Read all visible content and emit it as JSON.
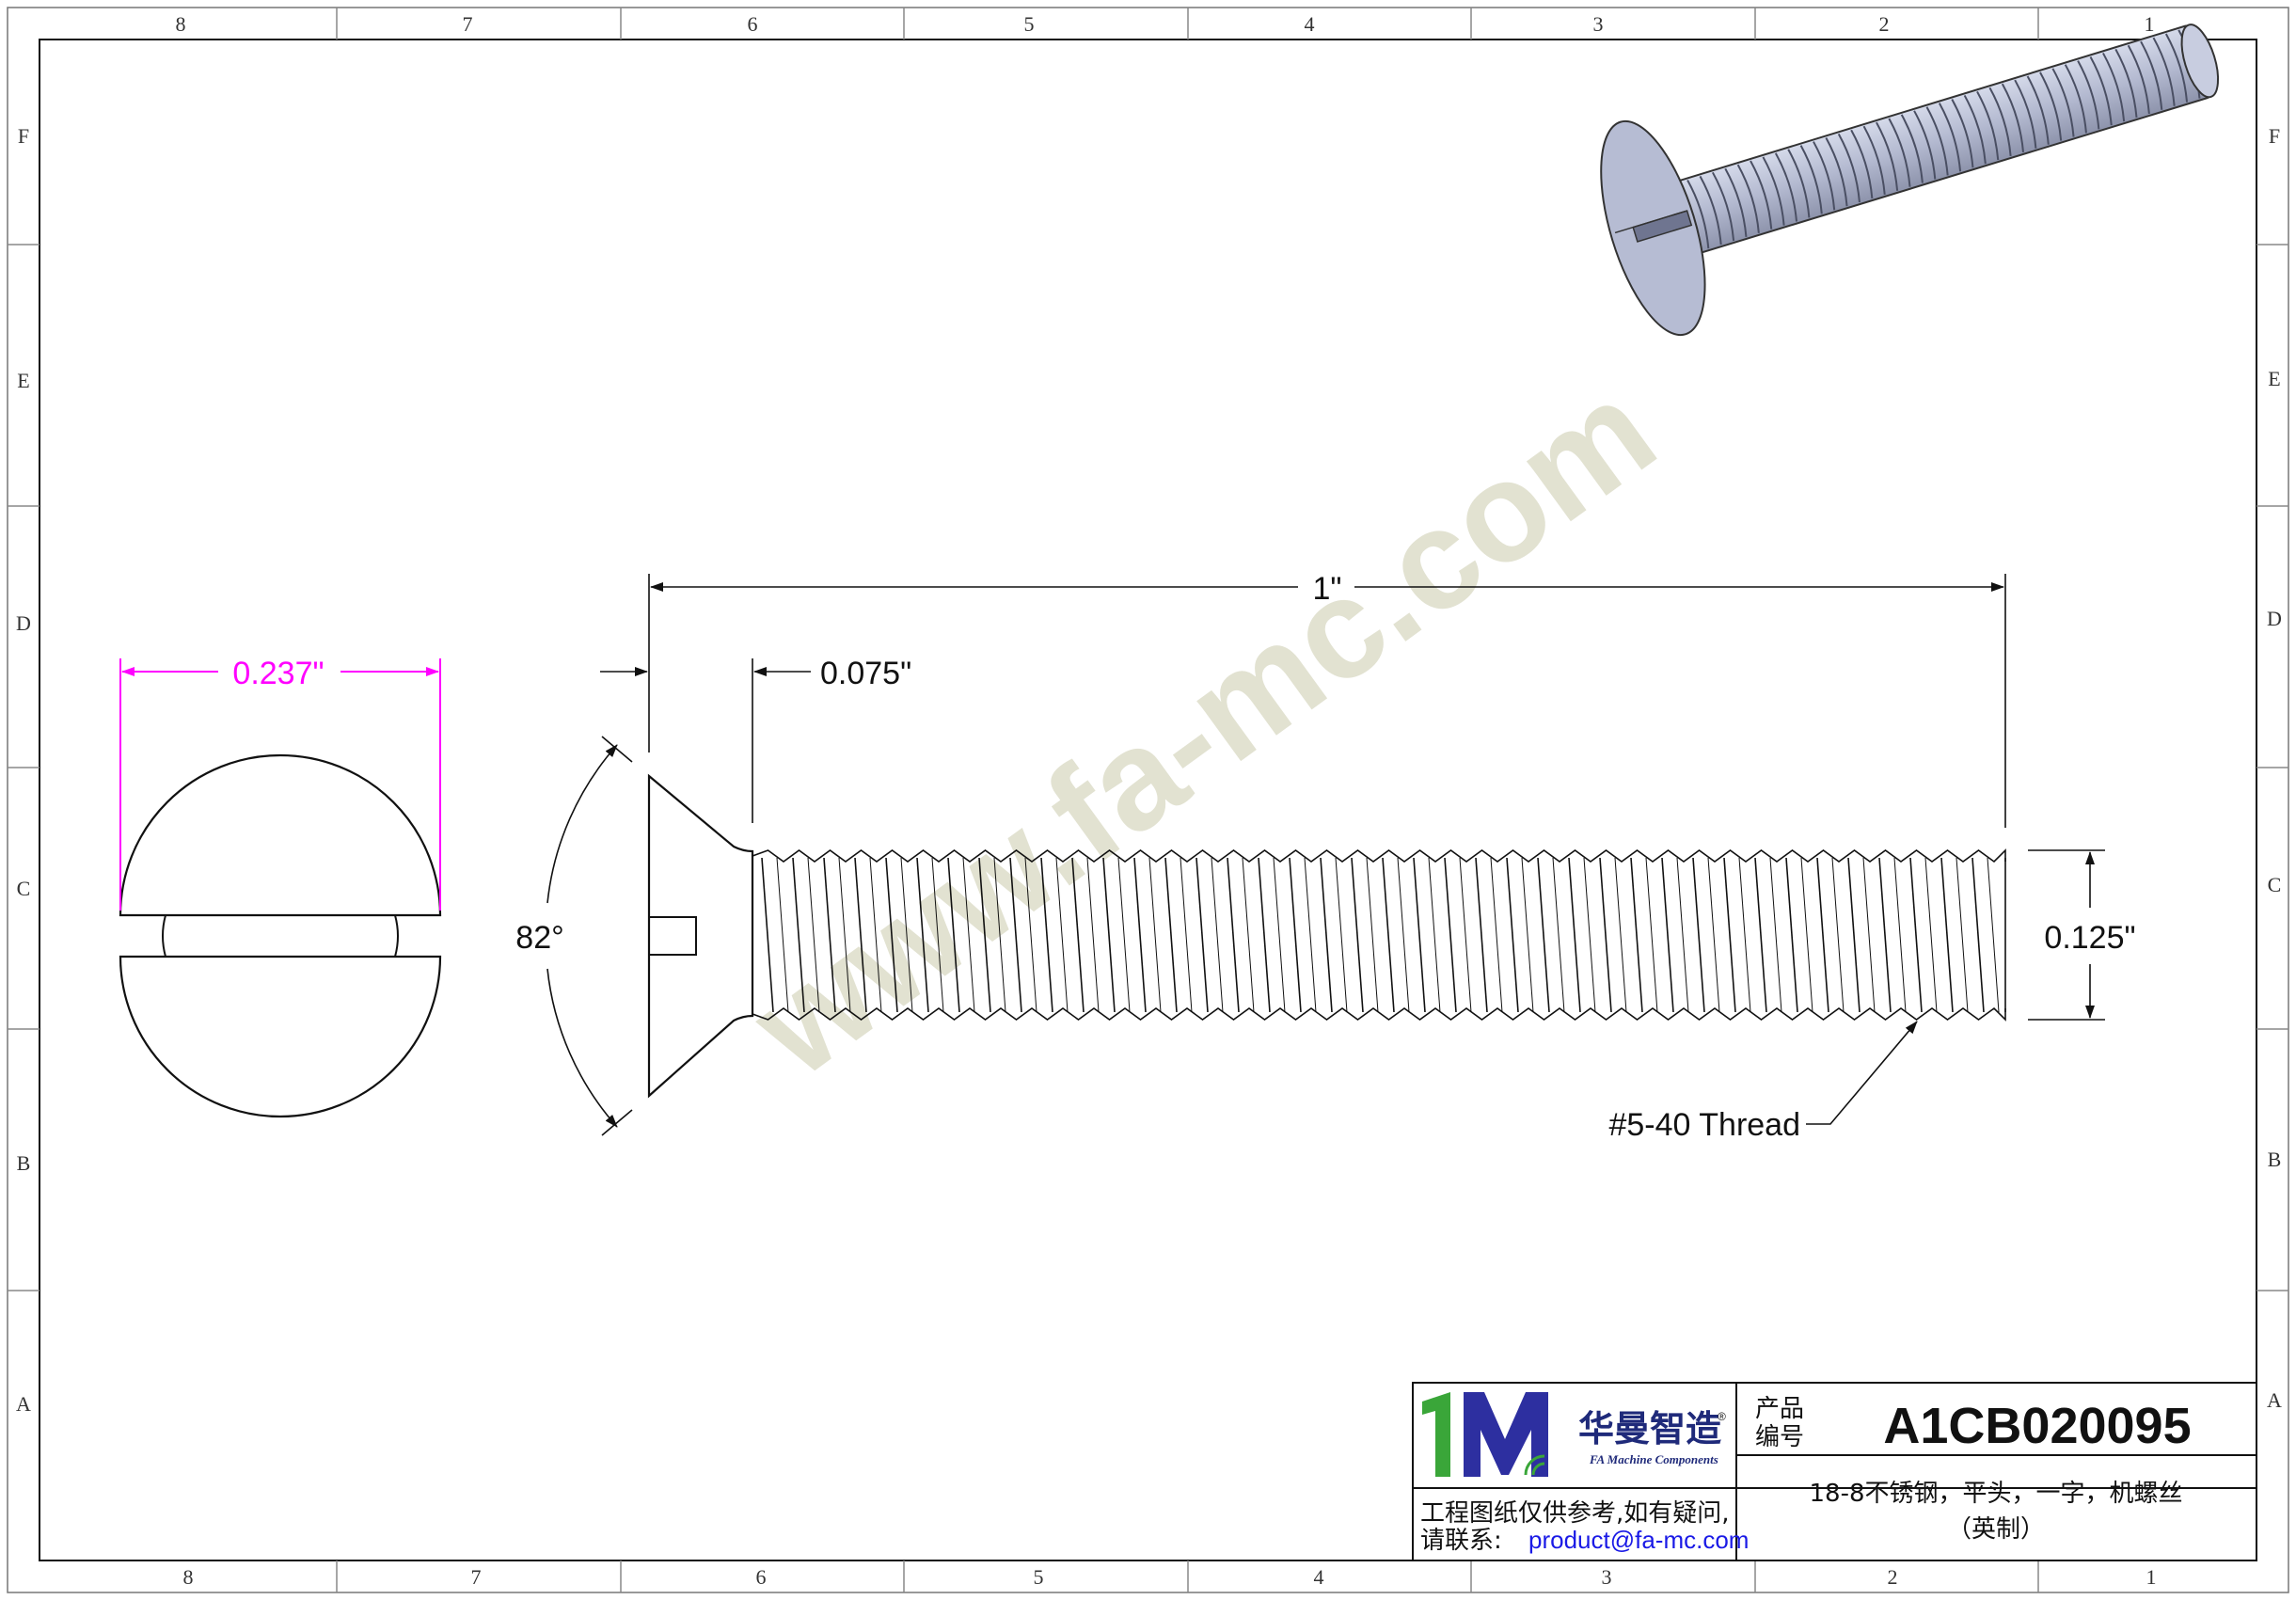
{
  "border": {
    "columns_top": [
      "8",
      "7",
      "6",
      "5",
      "4",
      "3",
      "2",
      "1"
    ],
    "columns_bottom": [
      "8",
      "7",
      "6",
      "5",
      "4",
      "3",
      "2",
      "1"
    ],
    "rows_left": [
      "F",
      "E",
      "D",
      "C",
      "B",
      "A"
    ],
    "rows_right": [
      "F",
      "E",
      "D",
      "C",
      "B",
      "A"
    ]
  },
  "watermark": "www.fa-mc.com",
  "end_view": {
    "diameter_label": "0.237\""
  },
  "side_view": {
    "length_label": "1\"",
    "head_height_label": "0.075\"",
    "angle_label": "82°",
    "thread_dia_label": "0.125\"",
    "thread_callout": "#5-40 Thread"
  },
  "title_block": {
    "logo_mark": "1M",
    "brand_cn": "华曼智造",
    "brand_en": "FA Machine Components",
    "registered": "®",
    "product_no_label_1": "产品",
    "product_no_label_2": "编号",
    "product_code": "A1CB020095",
    "disclaimer_1": "工程图纸仅供参考,如有疑问,",
    "disclaimer_2": "请联系: ",
    "email": "product@fa-mc.com",
    "description_1": "18-8不锈钢，平头，一字，机螺丝",
    "description_2": "（英制）"
  },
  "colors": {
    "line": "#111111",
    "dim_pink": "#ff00ff",
    "render_body": "#b9bfd6",
    "render_shadow": "#7c8299",
    "logo_green": "#3aa639",
    "logo_blue": "#2d2fa0"
  }
}
